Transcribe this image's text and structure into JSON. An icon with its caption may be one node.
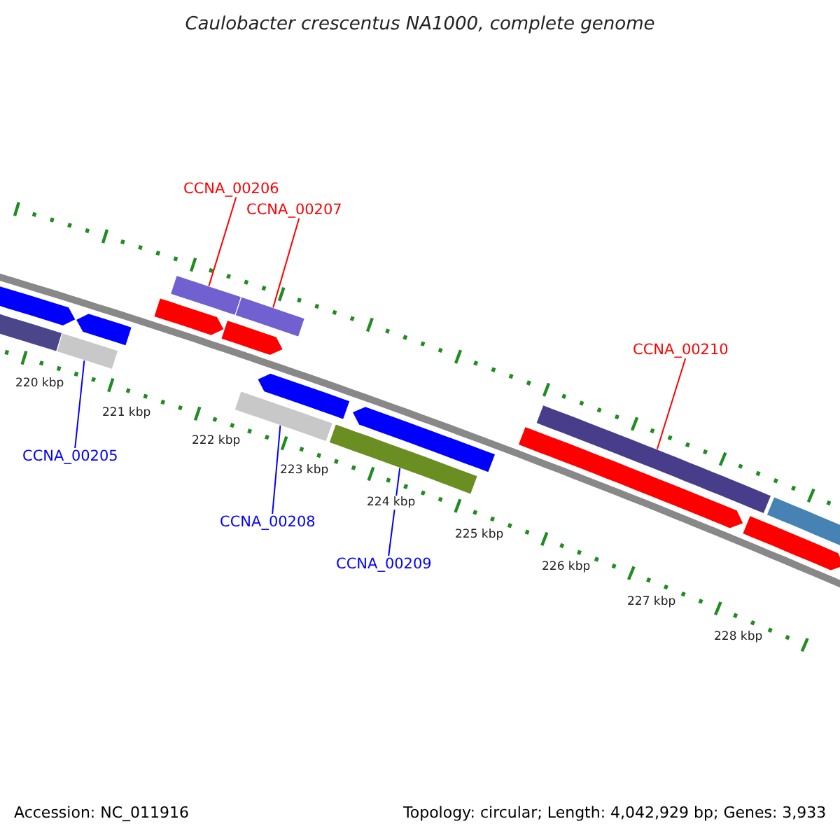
{
  "diagram": {
    "title": "Caulobacter crescentus NA1000, complete genome",
    "nodes": [
      {
        "text": [
          "CCNA_00206"
        ]
      },
      {
        "text": [
          "CCNA_00207"
        ]
      },
      {
        "text": [
          "CCNA_00210"
        ]
      },
      {
        "text": [
          "CCNA_00205"
        ]
      },
      {
        "text": [
          "CCNA_00208"
        ]
      },
      {
        "text": [
          "CCNA_00209"
        ]
      },
      {
        "text": [],
        "shape": "arrow"
      },
      {
        "text": [],
        "shape": "bar"
      },
      {
        "text": [],
        "shape": "bar"
      },
      {
        "text": [],
        "shape": "arrow"
      },
      {
        "text": [],
        "shape": "arrow"
      },
      {
        "text": [],
        "shape": "bar"
      },
      {
        "text": [],
        "shape": "arrow"
      },
      {
        "text": [],
        "shape": "bar"
      },
      {
        "text": [],
        "shape": "bar"
      },
      {
        "text": [],
        "shape": "arrow"
      },
      {
        "text": [],
        "shape": "bar"
      },
      {
        "text": [],
        "shape": "arrow"
      },
      {
        "text": [],
        "shape": "arrow"
      },
      {
        "text": [],
        "shape": "bar"
      },
      {
        "text": [],
        "shape": "arrow"
      },
      {
        "text": [],
        "shape": "bar"
      }
    ],
    "edges": [
      {
        "from": 0,
        "to": 11,
        "arrow": "none",
        "color": "#ff0000"
      },
      {
        "from": 1,
        "to": 13,
        "arrow": "none",
        "color": "#ff0000"
      },
      {
        "from": 2,
        "to": 19,
        "arrow": "none",
        "color": "#ff0000"
      },
      {
        "from": 3,
        "to": 8,
        "arrow": "none",
        "color": "#0000ff"
      },
      {
        "from": 4,
        "to": 14,
        "arrow": "none",
        "color": "#0000ff"
      },
      {
        "from": 5,
        "to": 16,
        "arrow": "none",
        "color": "#0000ff"
      }
    ],
    "labels": [
      "220 kbp",
      "221 kbp",
      "222 kbp",
      "223 kbp",
      "224 kbp",
      "225 kbp",
      "226 kbp",
      "227 kbp",
      "228 kbp",
      "Accession: NC_011916",
      "Topology: circular; Length: 4,042,929 bp; Genes: 3,933"
    ]
  }
}
